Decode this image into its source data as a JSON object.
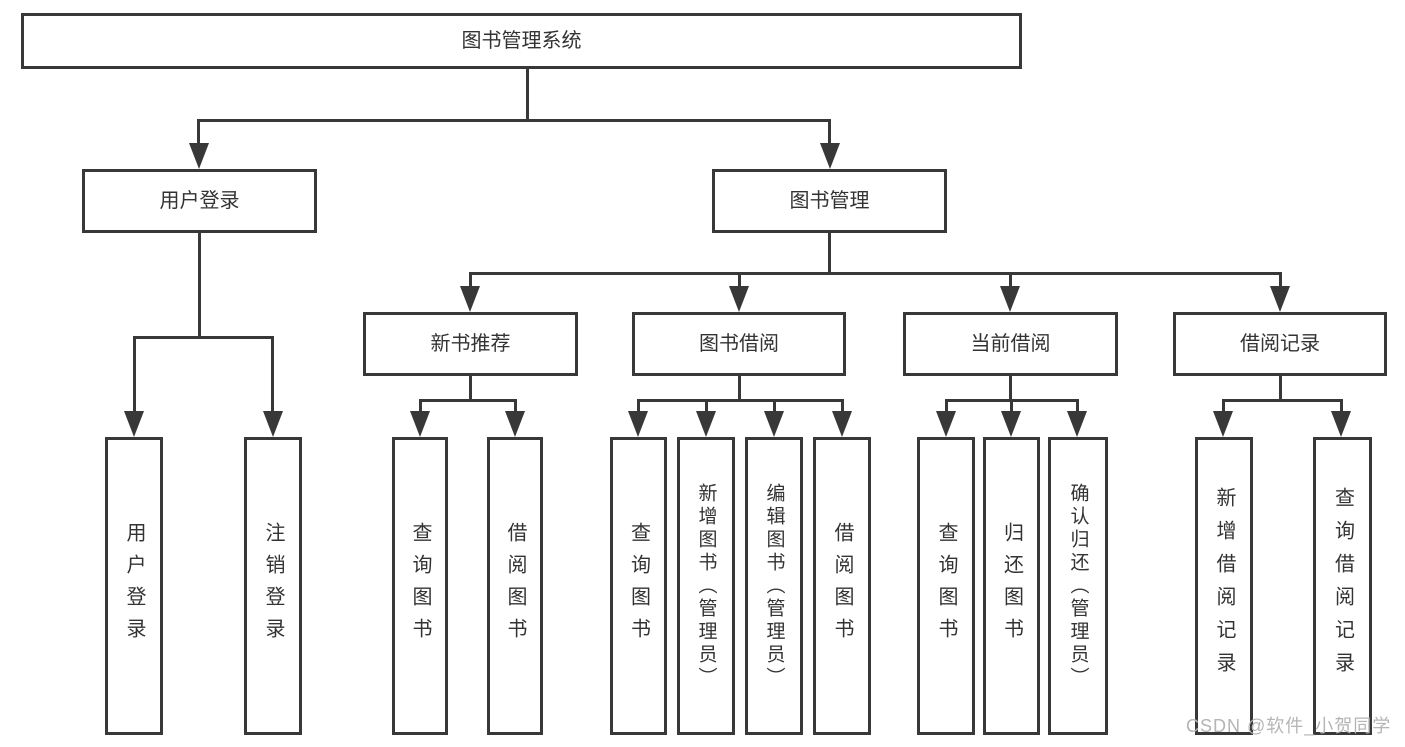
{
  "diagram": {
    "title": "图书管理系统",
    "level2": {
      "login": "用户登录",
      "manage": "图书管理"
    },
    "login_children": [
      "用户登录",
      "注销登录"
    ],
    "manage_children": [
      "新书推荐",
      "图书借阅",
      "当前借阅",
      "借阅记录"
    ],
    "leaves": {
      "recommend": [
        "查询图书",
        "借阅图书"
      ],
      "borrow": [
        "查询图书",
        "新增图书（管理员）",
        "编辑图书（管理员）",
        "借阅图书"
      ],
      "current": [
        "查询图书",
        "归还图书",
        "确认归还（管理员）"
      ],
      "records": [
        "新增借阅记录",
        "查询借阅记录"
      ]
    },
    "colors": {
      "line": "#383838",
      "text": "#333333",
      "watermark_text": "#b5b5b5",
      "background": "#ffffff"
    },
    "watermark": "CSDN @软件_小贺同学"
  }
}
